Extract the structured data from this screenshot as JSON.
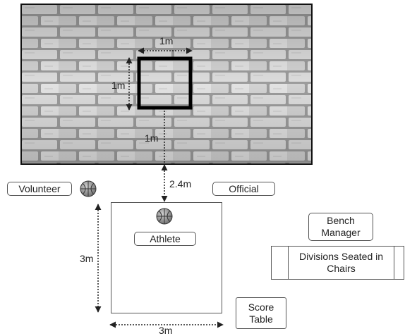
{
  "wall": {
    "target_width": "1m",
    "target_height": "1m",
    "target_height_above_floor": "1m"
  },
  "distance_to_wall": "2.4m",
  "roles": {
    "volunteer": "Volunteer",
    "official": "Official",
    "athlete": "Athlete",
    "bench_manager": "Bench Manager",
    "divisions": "Divisions Seated in Chairs",
    "score_table": "Score Table"
  },
  "court": {
    "side_length": "3m",
    "bottom_length": "3m"
  },
  "colors": {
    "brick_light": "#d8d8d8",
    "brick_mortar": "#9a9a9a",
    "target_border": "#000000",
    "ball": "#8a8a8a"
  }
}
